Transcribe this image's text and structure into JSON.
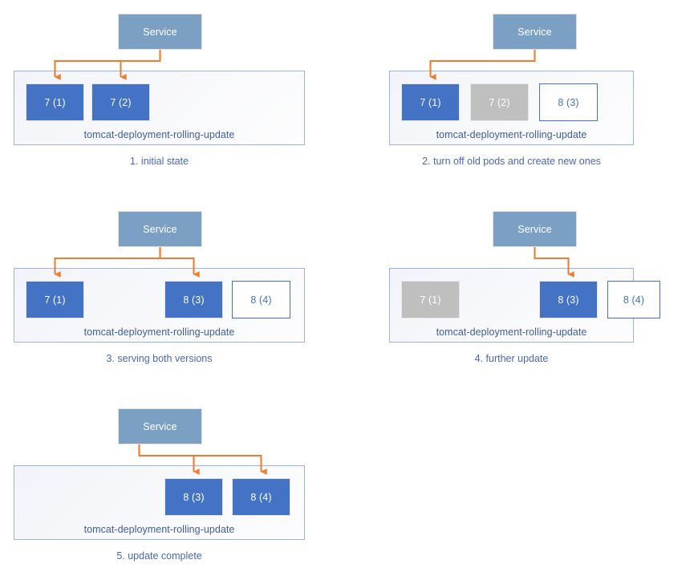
{
  "diagram": {
    "title": "Kubernetes rolling update sequence",
    "colors": {
      "service_fill": "#7BA0C4",
      "pod_active_fill": "#4472C4",
      "pod_terminating_fill": "#BFBFBF",
      "pod_pending_fill": "#FFFFFF",
      "pod_pending_border": "#4472C4",
      "container_border": "#9DB5DE",
      "arrow": "#ED7D31",
      "caption_text": "#4A68AE",
      "label_text": "#3F5E9E"
    },
    "service_label": "Service",
    "deployment_name": "tomcat-deployment-rolling-update",
    "steps": [
      {
        "id": "step-1",
        "caption": "1. initial state",
        "pods": [
          {
            "label": "7 (1)",
            "state": "active",
            "slot": 1,
            "targeted": true
          },
          {
            "label": "7 (2)",
            "state": "active",
            "slot": 2,
            "targeted": true
          }
        ]
      },
      {
        "id": "step-2",
        "caption": "2. turn off old pods and create new ones",
        "pods": [
          {
            "label": "7 (1)",
            "state": "active",
            "slot": 1,
            "targeted": true
          },
          {
            "label": "7 (2)",
            "state": "terminating",
            "slot": 2,
            "targeted": false
          },
          {
            "label": "8 (3)",
            "state": "pending",
            "slot": 3,
            "targeted": false
          }
        ]
      },
      {
        "id": "step-3",
        "caption": "3. serving both versions",
        "pods": [
          {
            "label": "7 (1)",
            "state": "active",
            "slot": 1,
            "targeted": true
          },
          {
            "label": "8 (3)",
            "state": "active",
            "slot": 3,
            "targeted": true
          },
          {
            "label": "8 (4)",
            "state": "pending",
            "slot": 4,
            "targeted": false
          }
        ]
      },
      {
        "id": "step-4",
        "caption": "4. further update",
        "pods": [
          {
            "label": "7 (1)",
            "state": "terminating",
            "slot": 1,
            "targeted": false
          },
          {
            "label": "8 (3)",
            "state": "active",
            "slot": 3,
            "targeted": true
          },
          {
            "label": "8 (4)",
            "state": "pending",
            "slot": 4,
            "targeted": false
          }
        ]
      },
      {
        "id": "step-5",
        "caption": "5. update complete",
        "pods": [
          {
            "label": "8 (3)",
            "state": "active",
            "slot": 3,
            "targeted": true
          },
          {
            "label": "8 (4)",
            "state": "active",
            "slot": 4,
            "targeted": true
          }
        ]
      }
    ]
  }
}
